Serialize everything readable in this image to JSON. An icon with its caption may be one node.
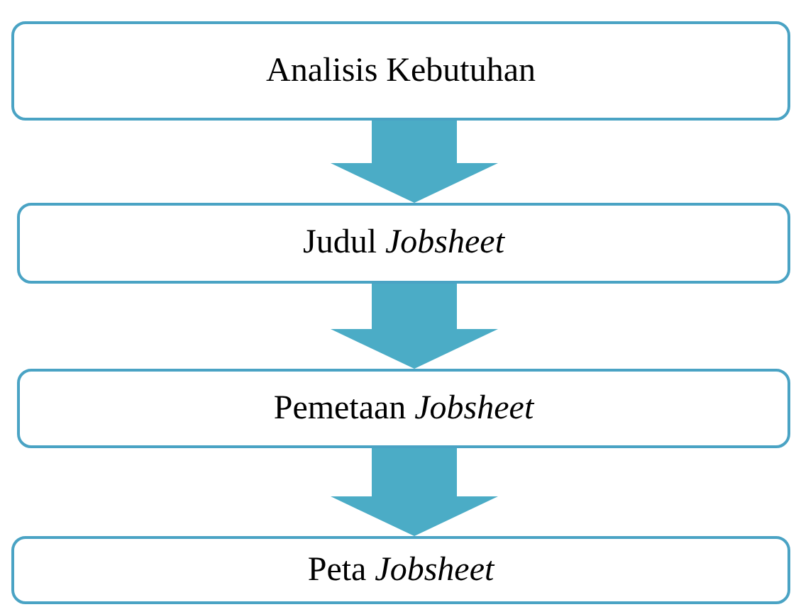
{
  "diagram": {
    "nodes": [
      {
        "text": [
          "Analisis Kebutuhan"
        ]
      },
      {
        "text": [
          "Judul *Jobsheet*"
        ]
      },
      {
        "text": [
          "Pemetaan *Jobsheet*"
        ]
      },
      {
        "text": [
          "Peta *Jobsheet*"
        ]
      }
    ],
    "edges": [
      {
        "from": 0,
        "to": 1,
        "arrow": "to"
      },
      {
        "from": 1,
        "to": 2,
        "arrow": "to"
      },
      {
        "from": 2,
        "to": 3,
        "arrow": "to"
      }
    ]
  }
}
